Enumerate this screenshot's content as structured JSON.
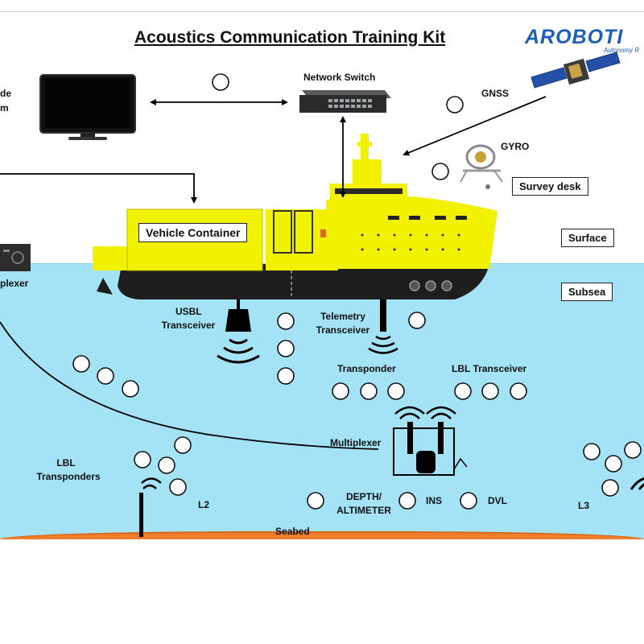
{
  "title": "Acoustics Communication Training Kit",
  "logo": {
    "brand": "AROBOTI",
    "tagline": "Autonomy R"
  },
  "labels": {
    "display_line1": "de",
    "display_line2": "m",
    "network_switch": "Network Switch",
    "gnss": "GNSS",
    "gyro": "GYRO",
    "survey_desk": "Survey desk",
    "vehicle_container": "Vehicle Container",
    "surface": "Surface",
    "subsea": "Subsea",
    "plexer": "plexer",
    "usbl_line1": "USBL",
    "usbl_line2": "Transceiver",
    "telemetry_line1": "Telemetry",
    "telemetry_line2": "Transceiver",
    "transponder": "Transponder",
    "lbl_transceiver": "LBL Transceiver",
    "multiplexer": "Multiplexer",
    "lbl_line1": "LBL",
    "lbl_line2": "Transponders",
    "l2": "L2",
    "depth_line1": "DEPTH/",
    "depth_line2": "ALTIMETER",
    "ins": "INS",
    "dvl": "DVL",
    "l3": "L3",
    "seabed": "Seabed"
  },
  "colors": {
    "sea": "#a3e3f5",
    "seabed": "#ef7d2c",
    "vessel_yellow": "#f2f200",
    "hull_black": "#1e1e1e",
    "logo_blue": "#1d5fb5"
  },
  "icons": [
    "monitor-icon",
    "network-switch-icon",
    "satellite-icon",
    "gyro-icon",
    "vessel-icon",
    "multiplexer-icon",
    "acoustic-wave-icon"
  ]
}
